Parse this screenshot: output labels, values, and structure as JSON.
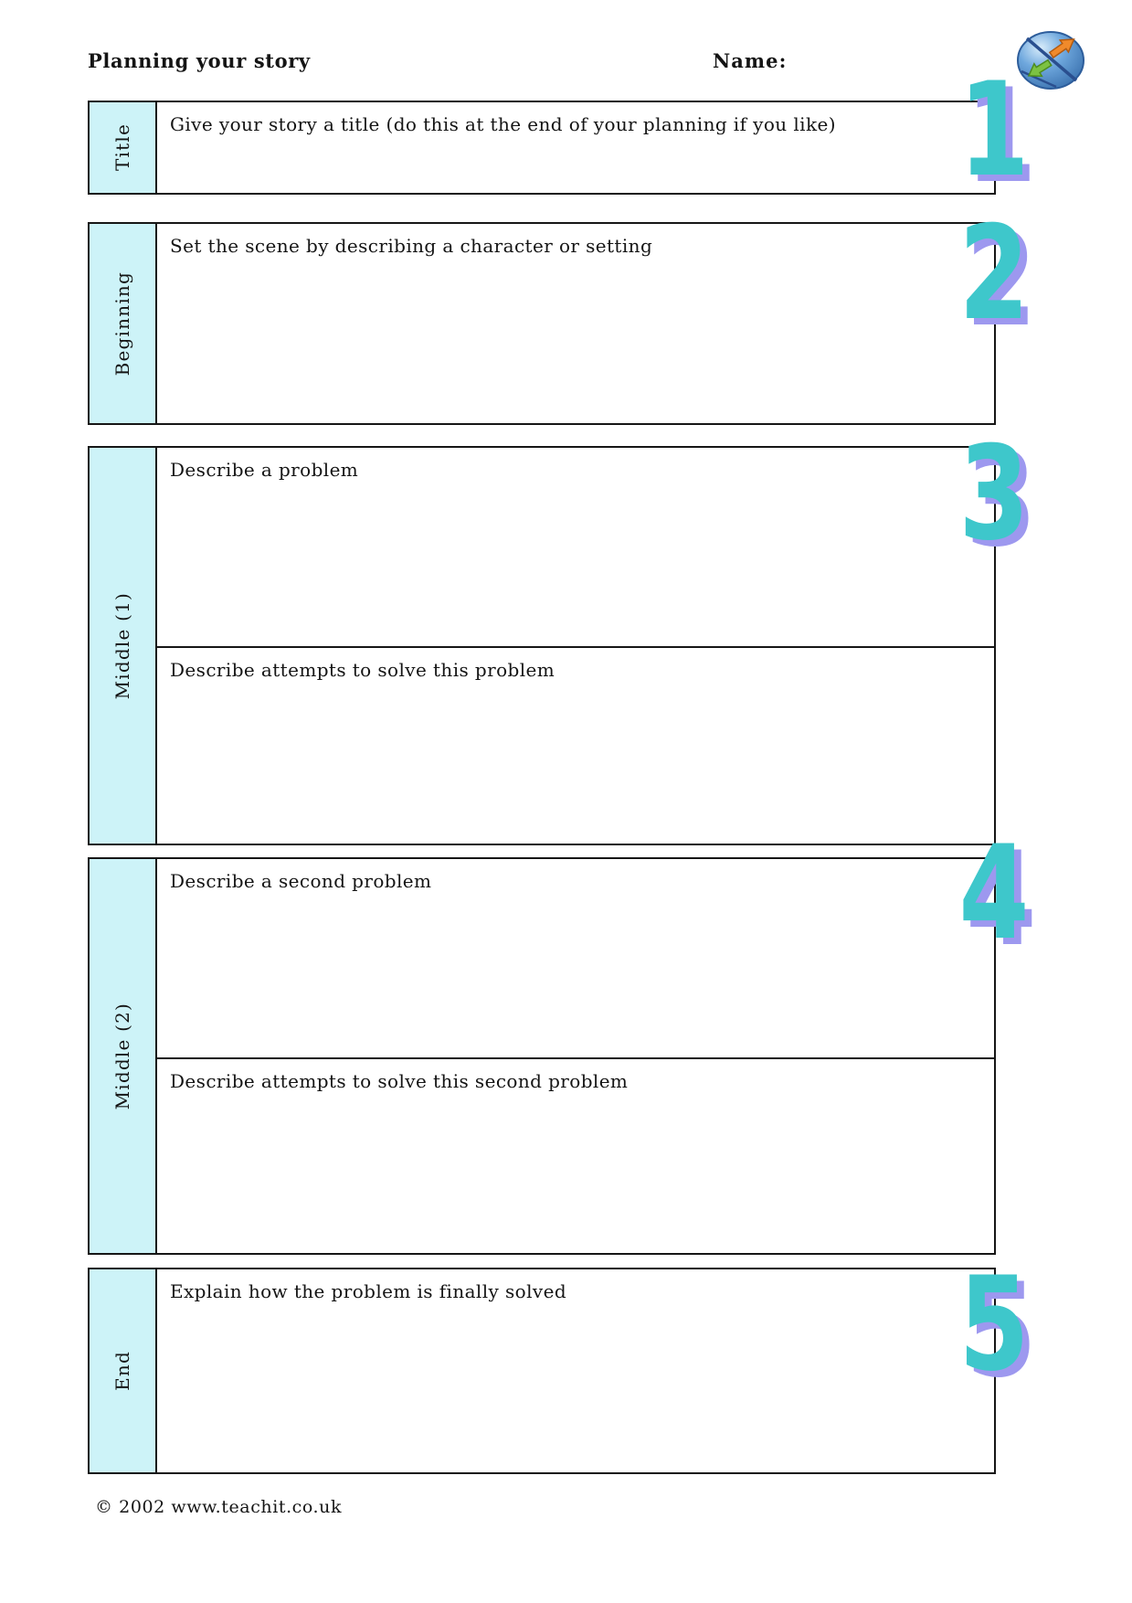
{
  "header": {
    "title": "Planning your story",
    "name_label": "Name:"
  },
  "logo": {
    "icon": "globe-with-arrows-logo"
  },
  "sections": [
    {
      "id": "title",
      "label": "Title",
      "number": "1",
      "rows": [
        "Give your story a title (do this at the end of your planning if you like)"
      ]
    },
    {
      "id": "beginning",
      "label": "Beginning",
      "number": "2",
      "rows": [
        "Set the scene by describing a character or setting"
      ]
    },
    {
      "id": "middle-1",
      "label": "Middle (1)",
      "number": "3",
      "rows": [
        "Describe a problem",
        "Describe attempts to solve this problem"
      ]
    },
    {
      "id": "middle-2",
      "label": "Middle (2)",
      "number": "4",
      "rows": [
        "Describe a second problem",
        "Describe attempts to solve this second problem"
      ]
    },
    {
      "id": "end",
      "label": "End",
      "number": "5",
      "rows": [
        "Explain how the problem is finally solved"
      ]
    }
  ],
  "footer": {
    "copyright": "© 2002 www.teachit.co.uk"
  },
  "colors": {
    "page_bg": "#ffffff",
    "text": "#141414",
    "border": "#161616",
    "label_cell_bg": "#cdf3f8",
    "number_fill": "#3ec7cb",
    "number_shadow": "#9d98ef"
  }
}
